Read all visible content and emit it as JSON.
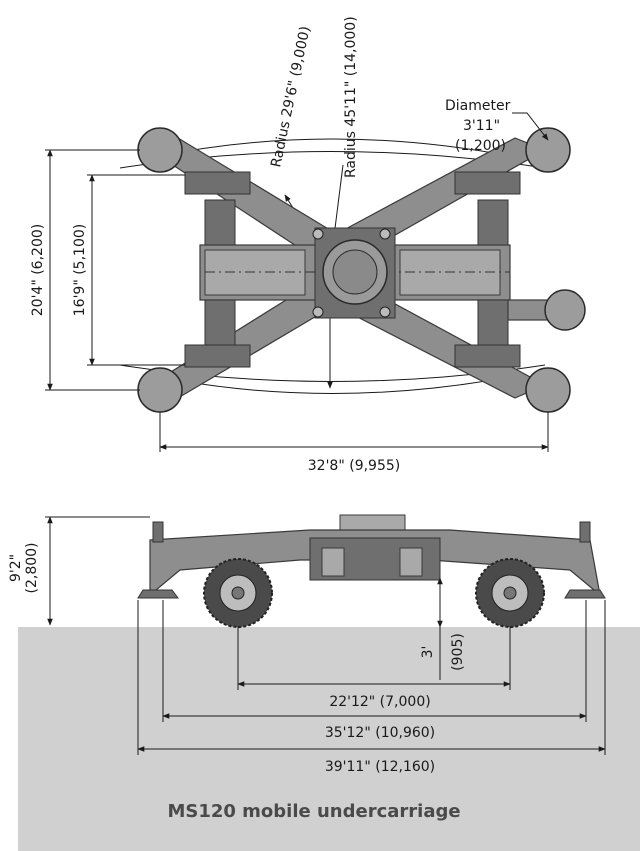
{
  "top_view": {
    "radius_small": "Radius 29'6\" (9,000)",
    "radius_large": "Radius 45'11\" (14,000)",
    "diameter_label": "Diameter",
    "diameter_value": "3'11\"",
    "diameter_mm": "(1,200)",
    "height_outer": "20'4\" (6,200)",
    "height_inner": "16'9\" (5,100)",
    "width": "32'8\" (9,955)"
  },
  "side_view": {
    "height_ft": "9'2\"",
    "height_mm": "(2,800)",
    "clearance_ft": "3'",
    "clearance_mm": "(905)",
    "wheelbase": "22'12\" (7,000)",
    "outrigger_span": "35'12\" (10,960)",
    "overall_length": "39'11\" (12,160)"
  },
  "caption": "MS120 mobile undercarriage",
  "colors": {
    "ground": "#d0d0d0",
    "machine": "#8e8e8e",
    "text": "#1a1a1a",
    "caption": "#4a4a4a"
  }
}
